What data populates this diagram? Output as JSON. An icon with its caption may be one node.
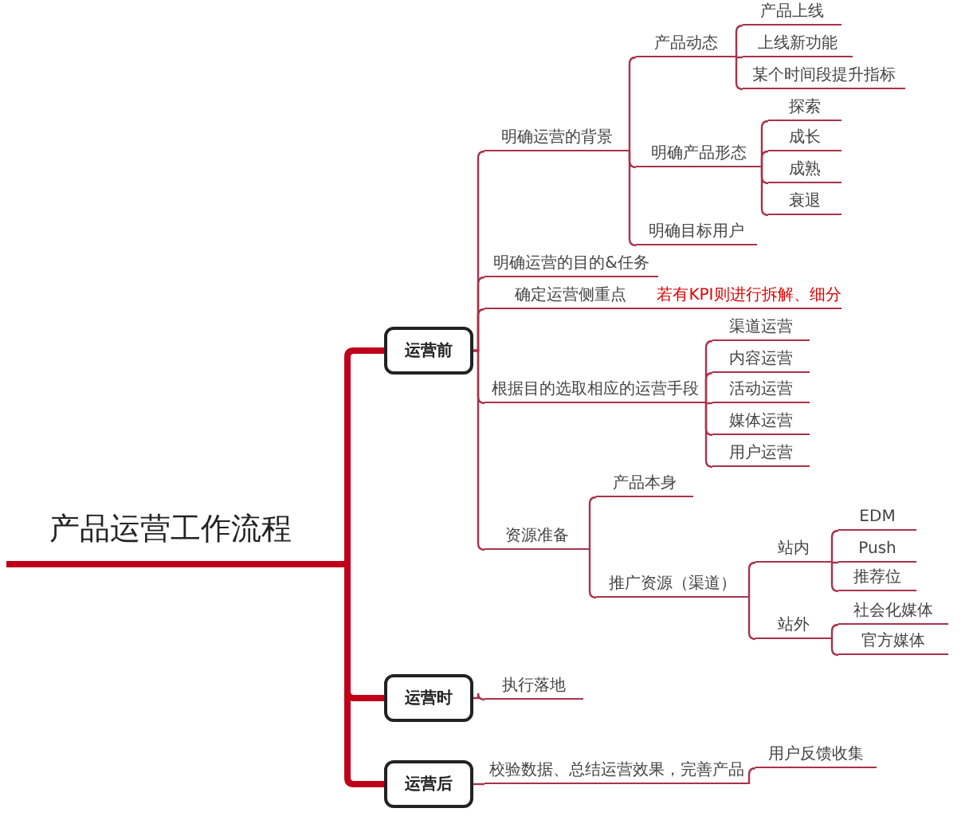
{
  "diagram": {
    "nodes": [
      {
        "text": [
          "产品运营工作流程"
        ]
      },
      {
        "text": [
          "运营前"
        ]
      },
      {
        "text": [
          "明确运营的背景"
        ]
      },
      {
        "text": [
          "产品动态"
        ]
      },
      {
        "text": [
          "产品上线"
        ]
      },
      {
        "text": [
          "上线新功能"
        ]
      },
      {
        "text": [
          "某个时间段提升指标"
        ]
      },
      {
        "text": [
          "明确产品形态"
        ]
      },
      {
        "text": [
          "探索"
        ]
      },
      {
        "text": [
          "成长"
        ]
      },
      {
        "text": [
          "成熟"
        ]
      },
      {
        "text": [
          "衰退"
        ]
      },
      {
        "text": [
          "明确目标用户"
        ]
      },
      {
        "text": [
          "明确运营的目的&任务"
        ]
      },
      {
        "text": [
          "确定运营侧重点"
        ],
        "beside": [
          "若有KPI则进行拆解、细分"
        ]
      },
      {
        "text": [
          "根据目的选取相应的运营手段"
        ]
      },
      {
        "text": [
          "渠道运营"
        ]
      },
      {
        "text": [
          "内容运营"
        ]
      },
      {
        "text": [
          "活动运营"
        ]
      },
      {
        "text": [
          "媒体运营"
        ]
      },
      {
        "text": [
          "用户运营"
        ]
      },
      {
        "text": [
          "资源准备"
        ]
      },
      {
        "text": [
          "产品本身"
        ]
      },
      {
        "text": [
          "推广资源（渠道）"
        ]
      },
      {
        "text": [
          "站内"
        ]
      },
      {
        "text": [
          "EDM"
        ]
      },
      {
        "text": [
          "Push"
        ]
      },
      {
        "text": [
          "推荐位"
        ]
      },
      {
        "text": [
          "站外"
        ]
      },
      {
        "text": [
          "社会化媒体"
        ]
      },
      {
        "text": [
          "官方媒体"
        ]
      },
      {
        "text": [
          "运营时"
        ]
      },
      {
        "text": [
          "执行落地"
        ]
      },
      {
        "text": [
          "运营后"
        ]
      },
      {
        "text": [
          "校验数据、总结运营效果，完善产品"
        ]
      },
      {
        "text": [
          "用户反馈收集"
        ]
      }
    ],
    "edges": [
      {
        "from": 0,
        "to": 1,
        "arrow": "none",
        "style": "thick"
      },
      {
        "from": 0,
        "to": 31,
        "arrow": "none",
        "style": "thick"
      },
      {
        "from": 0,
        "to": 33,
        "arrow": "none",
        "style": "thick"
      },
      {
        "from": 1,
        "to": 2,
        "arrow": "none"
      },
      {
        "from": 2,
        "to": 3,
        "arrow": "none"
      },
      {
        "from": 3,
        "to": 4,
        "arrow": "none"
      },
      {
        "from": 3,
        "to": 5,
        "arrow": "none"
      },
      {
        "from": 3,
        "to": 6,
        "arrow": "none"
      },
      {
        "from": 2,
        "to": 7,
        "arrow": "none"
      },
      {
        "from": 7,
        "to": 8,
        "arrow": "none"
      },
      {
        "from": 7,
        "to": 9,
        "arrow": "none"
      },
      {
        "from": 7,
        "to": 10,
        "arrow": "none"
      },
      {
        "from": 7,
        "to": 11,
        "arrow": "none"
      },
      {
        "from": 2,
        "to": 12,
        "arrow": "none"
      },
      {
        "from": 1,
        "to": 13,
        "arrow": "none"
      },
      {
        "from": 1,
        "to": 14,
        "arrow": "none"
      },
      {
        "from": 1,
        "to": 15,
        "arrow": "none"
      },
      {
        "from": 15,
        "to": 16,
        "arrow": "none"
      },
      {
        "from": 15,
        "to": 17,
        "arrow": "none"
      },
      {
        "from": 15,
        "to": 18,
        "arrow": "none"
      },
      {
        "from": 15,
        "to": 19,
        "arrow": "none"
      },
      {
        "from": 15,
        "to": 20,
        "arrow": "none"
      },
      {
        "from": 1,
        "to": 21,
        "arrow": "none"
      },
      {
        "from": 21,
        "to": 22,
        "arrow": "none"
      },
      {
        "from": 21,
        "to": 23,
        "arrow": "none"
      },
      {
        "from": 23,
        "to": 24,
        "arrow": "none"
      },
      {
        "from": 24,
        "to": 25,
        "arrow": "none"
      },
      {
        "from": 24,
        "to": 26,
        "arrow": "none"
      },
      {
        "from": 24,
        "to": 27,
        "arrow": "none"
      },
      {
        "from": 23,
        "to": 28,
        "arrow": "none"
      },
      {
        "from": 28,
        "to": 29,
        "arrow": "none"
      },
      {
        "from": 28,
        "to": 30,
        "arrow": "none"
      },
      {
        "from": 31,
        "to": 32,
        "arrow": "none"
      },
      {
        "from": 33,
        "to": 34,
        "arrow": "none"
      },
      {
        "from": 34,
        "to": 35,
        "arrow": "none"
      }
    ]
  }
}
